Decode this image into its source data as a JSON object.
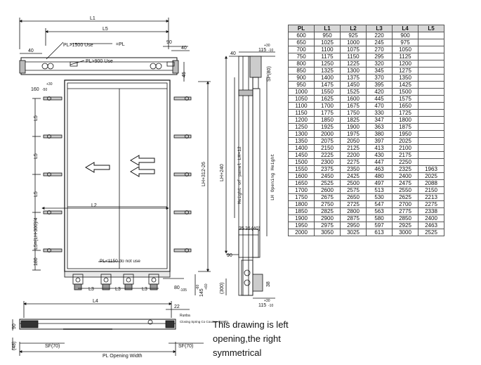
{
  "front_view": {
    "dim_l1": "L1",
    "dim_l5_top": "L5",
    "eq_pl": "=PL",
    "note_pl1500": "PL>1500 Use",
    "note_pl900": "PL>900 Use",
    "dim_40_left": "40",
    "dim_90_top": "90",
    "dim_40_right": "40",
    "dim_45": "45",
    "tol_top": "+30",
    "dim_160": "160",
    "tol_bottom": "-50",
    "dim_l5_1": "L5",
    "dim_l5_2": "L5",
    "dim_l5_3": "L5",
    "dim_l5_formula": "L5=(LH-300)/4",
    "dim_180": "180",
    "dim_l2": "L2",
    "dim_lh312": "LH+312-26",
    "note_pl1150": "PL<1150 do not use",
    "dim_l3_1": "L3",
    "dim_l3_2": "L3",
    "dim_l3_3": "L3",
    "dim_80": "80",
    "dim_80_tol": "-105",
    "dim_145": "145",
    "dim_145_tol": "-60",
    "dim_145_tol2": "+60"
  },
  "side_view": {
    "dim_tol_top": "+30",
    "dim_115_top": "115",
    "dim_tol_bot": "-10",
    "dim_40": "40",
    "dim_sp": "SP(80)",
    "dim_lh240": "LH+240",
    "dim_panel": "Height of panel LH+12",
    "dim_opening": "LH Opening Height",
    "dim_35_1": "35",
    "dim_35_2": "35",
    "dim_40b": "(40)",
    "dim_90": "90",
    "dim_300": "(300)",
    "dim_38": "38",
    "dim_115_bot": "115",
    "dim_tol_top2": "+30",
    "dim_tol_bot2": "-10"
  },
  "bottom_view": {
    "dim_l4": "L4",
    "dim_22": "22",
    "dim_90": "90",
    "dim_48": "(48)",
    "dim_sf_left": "SF(70)",
    "dim_sf_right": "SF(70)",
    "label_opening_width": "PL Opening Width",
    "label_runba": "Runba",
    "label_spring": "Closing Spring Co Counter Weight"
  },
  "note": {
    "line1": "This drawing is left",
    "line2": "opening,the right",
    "line3": "symmetrical"
  },
  "table": {
    "headers": [
      "PL",
      "L1",
      "L2",
      "L3",
      "L4",
      "L5"
    ],
    "rows": [
      [
        "600",
        "950",
        "925",
        "220",
        "900",
        ""
      ],
      [
        "650",
        "1025",
        "1000",
        "245",
        "975",
        ""
      ],
      [
        "700",
        "1100",
        "1075",
        "270",
        "1050",
        ""
      ],
      [
        "750",
        "1175",
        "1150",
        "295",
        "1125",
        ""
      ],
      [
        "800",
        "1250",
        "1225",
        "320",
        "1200",
        ""
      ],
      [
        "850",
        "1325",
        "1300",
        "345",
        "1275",
        ""
      ],
      [
        "900",
        "1400",
        "1375",
        "370",
        "1350",
        ""
      ],
      [
        "950",
        "1475",
        "1450",
        "395",
        "1425",
        ""
      ],
      [
        "1000",
        "1550",
        "1525",
        "420",
        "1500",
        ""
      ],
      [
        "1050",
        "1625",
        "1600",
        "445",
        "1575",
        ""
      ],
      [
        "1100",
        "1700",
        "1675",
        "470",
        "1650",
        ""
      ],
      [
        "1150",
        "1775",
        "1750",
        "330",
        "1725",
        ""
      ],
      [
        "1200",
        "1850",
        "1825",
        "347",
        "1800",
        ""
      ],
      [
        "1250",
        "1925",
        "1900",
        "363",
        "1875",
        ""
      ],
      [
        "1300",
        "2000",
        "1975",
        "380",
        "1950",
        ""
      ],
      [
        "1350",
        "2075",
        "2050",
        "397",
        "2025",
        ""
      ],
      [
        "1400",
        "2150",
        "2125",
        "413",
        "2100",
        ""
      ],
      [
        "1450",
        "2225",
        "2200",
        "430",
        "2175",
        ""
      ],
      [
        "1500",
        "2300",
        "2275",
        "447",
        "2250",
        ""
      ],
      [
        "1550",
        "2375",
        "2350",
        "463",
        "2325",
        "1963"
      ],
      [
        "1600",
        "2450",
        "2425",
        "480",
        "2400",
        "2025"
      ],
      [
        "1650",
        "2525",
        "2500",
        "497",
        "2475",
        "2088"
      ],
      [
        "1700",
        "2600",
        "2575",
        "513",
        "2550",
        "2150"
      ],
      [
        "1750",
        "2675",
        "2650",
        "530",
        "2625",
        "2213"
      ],
      [
        "1800",
        "2750",
        "2725",
        "547",
        "2700",
        "2275"
      ],
      [
        "1850",
        "2825",
        "2800",
        "563",
        "2775",
        "2338"
      ],
      [
        "1900",
        "2900",
        "2875",
        "580",
        "2850",
        "2400"
      ],
      [
        "1950",
        "2975",
        "2950",
        "597",
        "2925",
        "2463"
      ],
      [
        "2000",
        "3050",
        "3025",
        "613",
        "3000",
        "2525"
      ]
    ]
  }
}
